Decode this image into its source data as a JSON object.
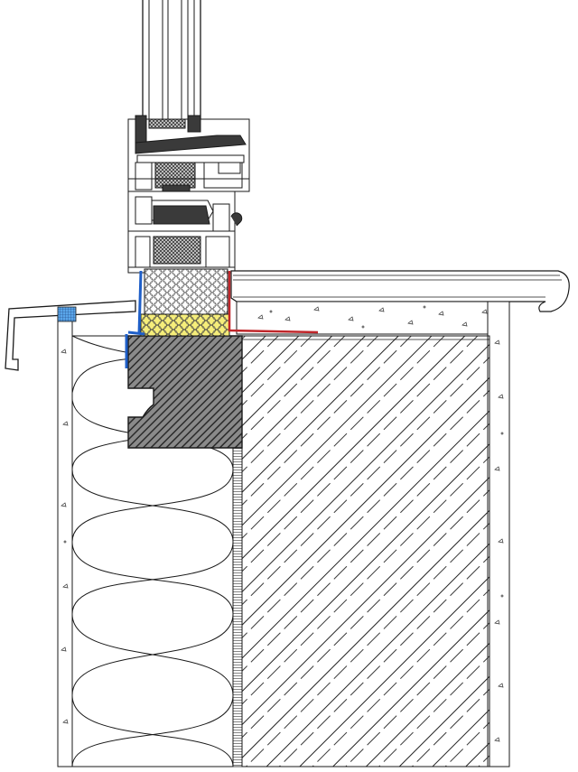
{
  "drawing": {
    "type": "architectural-section-detail",
    "components": [
      "window-glazing",
      "window-sash-profile",
      "window-frame-profile",
      "frame-mounting-block",
      "insulation-foam-infill",
      "yellow-sealing-foam",
      "bearing-block",
      "exterior-sill-flashing",
      "interior-window-board",
      "mineral-wool-insulation",
      "masonry-wall",
      "exterior-plaster",
      "interior-plaster",
      "air-seal-membrane-exterior",
      "vapour-barrier-interior"
    ],
    "colors": {
      "line": "#1a1a1a",
      "hatch_dark": "#3c3c3c",
      "insulation_grid": "#2e7fd0",
      "foam_yellow": "#f6ee7a",
      "membrane_blue": "#1f5fc8",
      "membrane_red": "#c0262a",
      "background": "#ffffff"
    }
  }
}
